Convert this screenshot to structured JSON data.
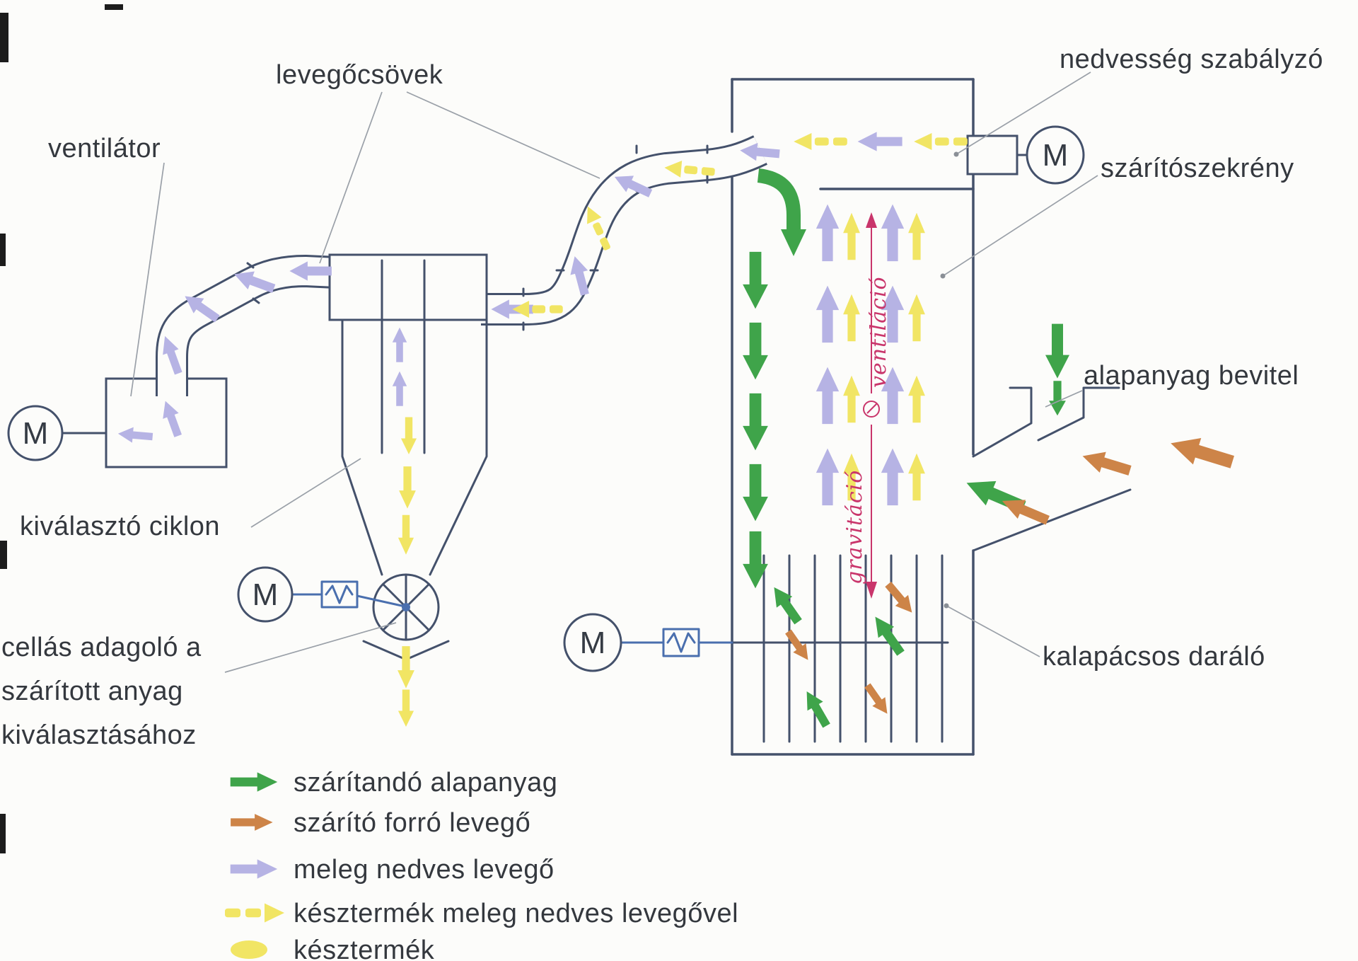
{
  "labels": {
    "levegocsovek": "levegőcsövek",
    "ventilator": "ventilátor",
    "nedvesseg_szabalyzo": "nedvesség szabályzó",
    "szaritoszekreny": "szárítószekrény",
    "alapanyag_bevitel": "alapanyag bevitel",
    "kivalaszto_ciklon": "kiválasztó ciklon",
    "cellas_adagolo_line1": "cellás adagoló a",
    "cellas_adagolo_line2": "szárított anyag",
    "cellas_adagolo_line3": "kiválasztásához",
    "kalapacsos_daralo": "kalapácsos daráló"
  },
  "motors": {
    "label": "M"
  },
  "handwritten": {
    "ventilacio": "ventiláció",
    "gravitacio": "gravitáció"
  },
  "legend": {
    "items": [
      {
        "id": "szaritando-alapanyag",
        "label": "szárítandó alapanyag",
        "color": "#3fa44a",
        "style": "arrow"
      },
      {
        "id": "szarito-forro-levego",
        "label": "szárító forró levegő",
        "color": "#cd8448",
        "style": "arrow"
      },
      {
        "id": "meleg-nedves-levego",
        "label": "meleg nedves levegő",
        "color": "#b6b3e4",
        "style": "arrow"
      },
      {
        "id": "kesztermek-meleg-nedves-levegovel",
        "label": "késztermék meleg nedves levegővel",
        "color": "#f1e564",
        "style": "dashed-arrow"
      },
      {
        "id": "kesztermek",
        "label": "késztermék",
        "color": "#f1e564",
        "style": "blob"
      }
    ]
  },
  "colors": {
    "outline": "#44516b",
    "text": "#34383e",
    "handwriting_red": "#c9356b",
    "mechanical_blue": "#4a6fae",
    "background": "#fcfcfa"
  }
}
